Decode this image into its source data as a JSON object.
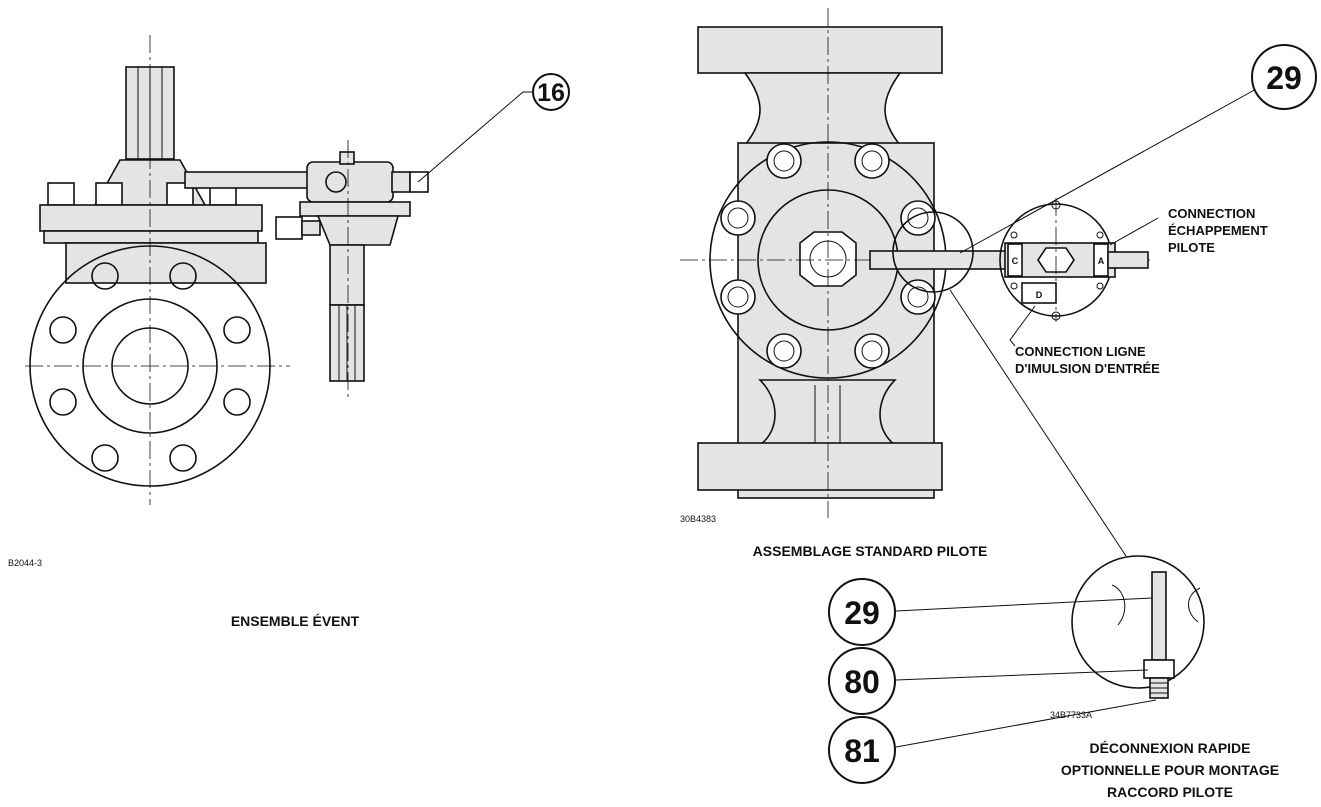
{
  "left_figure": {
    "drawing_number": "B2044-3",
    "caption": "ENSEMBLE ÉVENT",
    "callouts": [
      "16"
    ]
  },
  "center_figure": {
    "drawing_number": "30B4383",
    "caption": "ASSEMBLAGE STANDARD PILOTE",
    "callouts": [
      "29"
    ],
    "port_labels": [
      "C",
      "A",
      "D"
    ],
    "notes": {
      "exhaust": [
        "CONNECTION",
        "ÉCHAPPEMENT",
        "PILOTE"
      ],
      "inlet": [
        "CONNECTION LIGNE",
        "D'IMULSION D'ENTRÉE"
      ]
    }
  },
  "detail_figure": {
    "drawing_number": "34B7733A",
    "caption_lines": [
      "DÉCONNEXION RAPIDE",
      "OPTIONNELLE POUR MONTAGE",
      "RACCORD PILOTE"
    ],
    "callouts": [
      "29",
      "80",
      "81"
    ]
  }
}
